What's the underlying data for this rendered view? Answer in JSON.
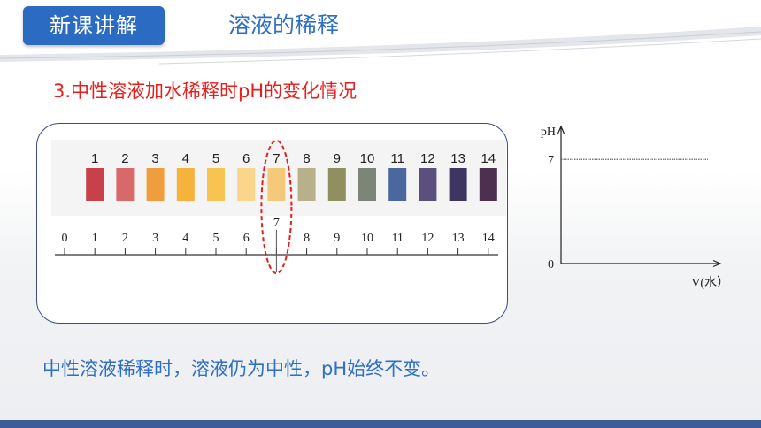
{
  "header": {
    "section_label": "新课讲解",
    "lesson_title": "溶液的稀释",
    "accent_color": "#2b6cc2"
  },
  "subtitle": "3.中性溶液加水稀释时pH的变化情况",
  "ph_scale": {
    "strip_labels": [
      "1",
      "2",
      "3",
      "4",
      "5",
      "6",
      "7",
      "8",
      "9",
      "10",
      "11",
      "12",
      "13",
      "14"
    ],
    "strip_colors": [
      "#c8404a",
      "#d9686a",
      "#f09d3e",
      "#f6b33b",
      "#f8c350",
      "#fbd68a",
      "#f5c97a",
      "#b8b08a",
      "#8f8f60",
      "#7c8578",
      "#4a689e",
      "#5b4f7d",
      "#3e3560",
      "#4d3050"
    ],
    "axis_labels": [
      "0",
      "1",
      "2",
      "3",
      "4",
      "5",
      "6",
      "7",
      "8",
      "9",
      "10",
      "11",
      "12",
      "13",
      "14"
    ],
    "neutral_value": "7",
    "highlight_color": "#e61e1e"
  },
  "graph": {
    "y_axis_label": "pH",
    "x_axis_label": "V(水）",
    "y_tick_label": "7",
    "origin_label": "0",
    "constant_ph": 7
  },
  "conclusion": "中性溶液稀释时，溶液仍为中性，pH始终不变。"
}
